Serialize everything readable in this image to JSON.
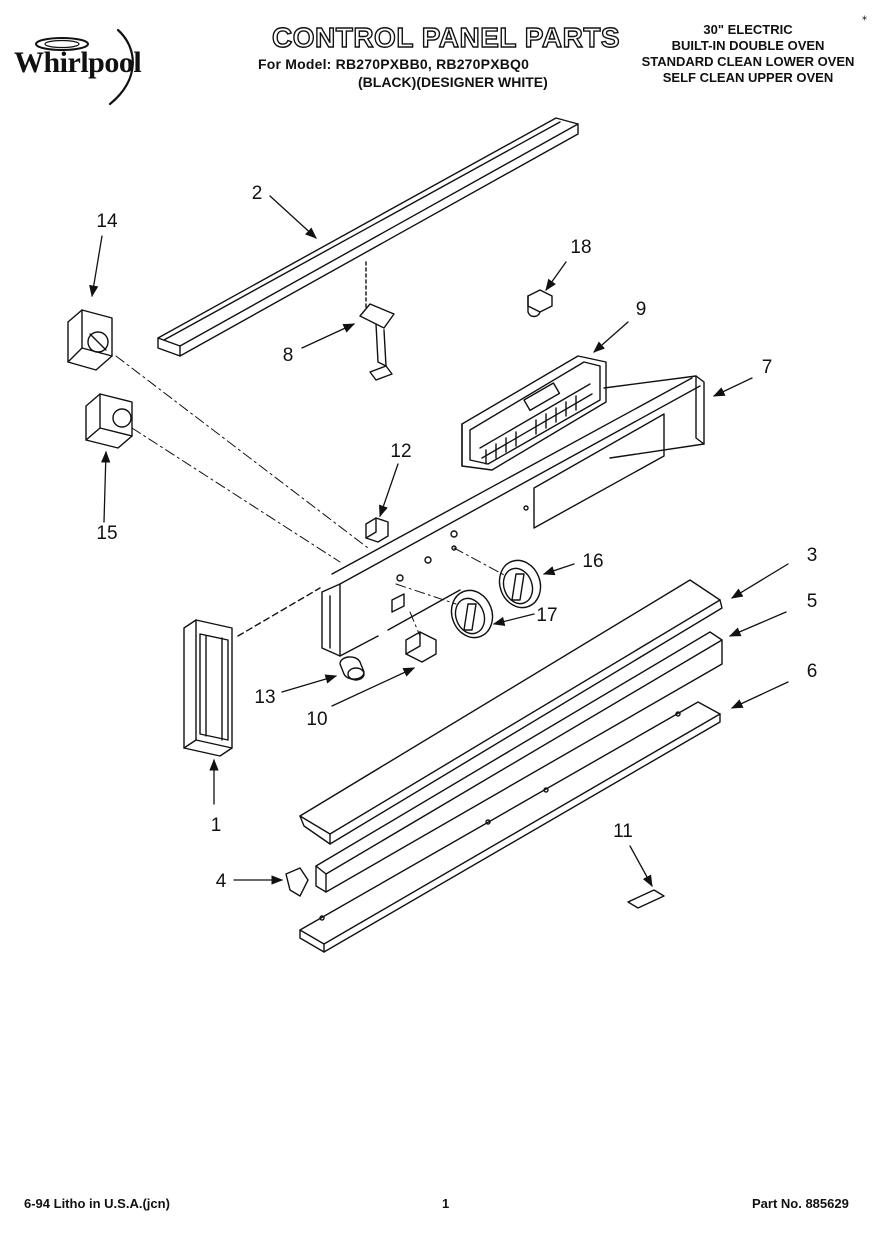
{
  "header": {
    "brand": "Whirlpool",
    "title": "CONTROL PANEL PARTS",
    "model_line": "For Model: RB270PXBB0, RB270PXBQ0",
    "model_variants": "(BLACK)(DESIGNER WHITE)",
    "description_lines": [
      "30\" ELECTRIC",
      "BUILT-IN DOUBLE OVEN",
      "STANDARD CLEAN LOWER OVEN",
      "SELF CLEAN UPPER OVEN"
    ]
  },
  "callouts": [
    "1",
    "2",
    "3",
    "4",
    "5",
    "6",
    "7",
    "8",
    "9",
    "10",
    "11",
    "12",
    "13",
    "14",
    "15",
    "16",
    "17",
    "18"
  ],
  "footer": {
    "litho": "6-94 Litho in U.S.A.(jcn)",
    "page": "1",
    "part_no": "Part No. 885629"
  }
}
